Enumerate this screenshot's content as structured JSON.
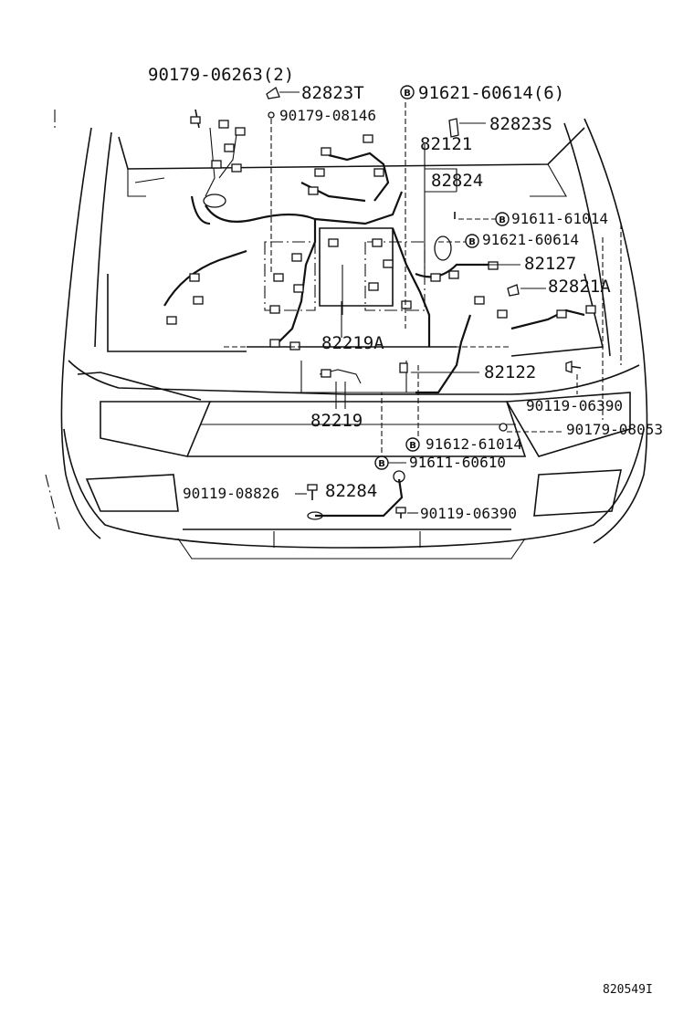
{
  "figure_code": "820549I",
  "callouts": [
    {
      "id": "c1",
      "text": "90179-06263(2)",
      "bolt_marker": false
    },
    {
      "id": "c2",
      "text": "82823T",
      "bolt_marker": false
    },
    {
      "id": "c3",
      "text": "91621-60614(6)",
      "bolt_marker": true,
      "marker_letter": "B"
    },
    {
      "id": "c4",
      "text": "90179-08146",
      "bolt_marker": false
    },
    {
      "id": "c5",
      "text": "82823S",
      "bolt_marker": false
    },
    {
      "id": "c6",
      "text": "82121",
      "bolt_marker": false
    },
    {
      "id": "c7",
      "text": "82824",
      "bolt_marker": false
    },
    {
      "id": "c8",
      "text": "91611-61014",
      "bolt_marker": true,
      "marker_letter": "B"
    },
    {
      "id": "c9",
      "text": "91621-60614",
      "bolt_marker": true,
      "marker_letter": "B"
    },
    {
      "id": "c10",
      "text": "82127",
      "bolt_marker": false
    },
    {
      "id": "c11",
      "text": "82821A",
      "bolt_marker": false
    },
    {
      "id": "c12",
      "text": "82219A",
      "bolt_marker": false
    },
    {
      "id": "c13",
      "text": "82122",
      "bolt_marker": false
    },
    {
      "id": "c14",
      "text": "90119-06390",
      "bolt_marker": false
    },
    {
      "id": "c15",
      "text": "82219",
      "bolt_marker": false
    },
    {
      "id": "c16",
      "text": "90179-08053",
      "bolt_marker": false
    },
    {
      "id": "c17",
      "text": "91612-61014",
      "bolt_marker": true,
      "marker_letter": "B"
    },
    {
      "id": "c18",
      "text": "91611-60610",
      "bolt_marker": true,
      "marker_letter": "B"
    },
    {
      "id": "c19",
      "text": "90119-08826",
      "bolt_marker": false
    },
    {
      "id": "c20",
      "text": "82284",
      "bolt_marker": false
    },
    {
      "id": "c21",
      "text": "90119-06390",
      "bolt_marker": false
    }
  ]
}
